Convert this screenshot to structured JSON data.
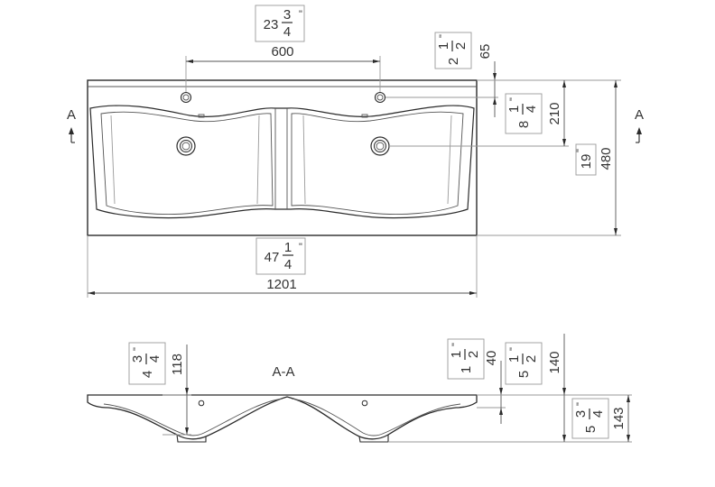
{
  "top_view": {
    "faucet_spacing": {
      "mm": "600",
      "in_whole": "23",
      "in_num": "3",
      "in_den": "4",
      "in_mark": "\""
    },
    "faucet_offset": {
      "mm": "65",
      "in_whole": "2",
      "in_num": "1",
      "in_den": "2",
      "in_mark": "\""
    },
    "drain_offset": {
      "mm": "210",
      "in_whole": "8",
      "in_num": "1",
      "in_den": "4",
      "in_mark": "\""
    },
    "depth": {
      "mm": "480",
      "in_whole": "19",
      "in_mark": "\""
    },
    "width": {
      "mm": "1201",
      "in_whole": "47",
      "in_num": "1",
      "in_den": "4",
      "in_mark": "\""
    },
    "section_mark_left": "A",
    "section_mark_right": "A"
  },
  "section_view": {
    "title": "A-A",
    "bowl_depth": {
      "mm": "118",
      "in_whole": "4",
      "in_num": "3",
      "in_den": "4",
      "in_mark": "\""
    },
    "rim_height": {
      "mm": "40",
      "in_whole": "1",
      "in_num": "1",
      "in_den": "2",
      "in_mark": "\""
    },
    "basin_height": {
      "mm": "140",
      "in_whole": "5",
      "in_num": "1",
      "in_den": "2",
      "in_mark": "\""
    },
    "total_height": {
      "mm": "143",
      "in_whole": "5",
      "in_num": "3",
      "in_den": "4",
      "in_mark": "\""
    }
  }
}
